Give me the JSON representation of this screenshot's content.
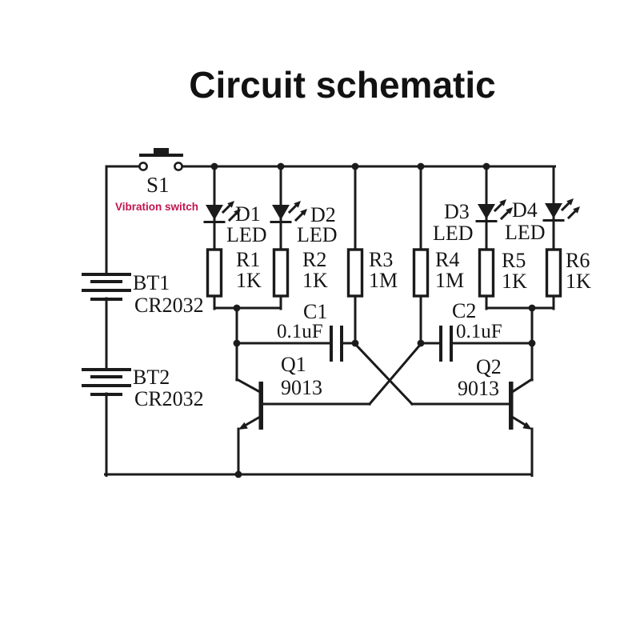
{
  "title": "Circuit schematic",
  "colors": {
    "line": "#1b1b1b",
    "note_red": "#c2154e",
    "background": "#ffffff"
  },
  "components": {
    "switch": {
      "ref": "S1",
      "note": "Vibration switch"
    },
    "batteries": [
      {
        "ref": "BT1",
        "value": "CR2032"
      },
      {
        "ref": "BT2",
        "value": "CR2032"
      }
    ],
    "leds": [
      {
        "ref": "D1",
        "type": "LED"
      },
      {
        "ref": "D2",
        "type": "LED"
      },
      {
        "ref": "D3",
        "type": "LED"
      },
      {
        "ref": "D4",
        "type": "LED"
      }
    ],
    "resistors": [
      {
        "ref": "R1",
        "value": "1K"
      },
      {
        "ref": "R2",
        "value": "1K"
      },
      {
        "ref": "R3",
        "value": "1M"
      },
      {
        "ref": "R4",
        "value": "1M"
      },
      {
        "ref": "R5",
        "value": "1K"
      },
      {
        "ref": "R6",
        "value": "1K"
      }
    ],
    "capacitors": [
      {
        "ref": "C1",
        "value": "0.1uF"
      },
      {
        "ref": "C2",
        "value": "0.1uF"
      }
    ],
    "transistors": [
      {
        "ref": "Q1",
        "value": "9013"
      },
      {
        "ref": "Q2",
        "value": "9013"
      }
    ]
  }
}
